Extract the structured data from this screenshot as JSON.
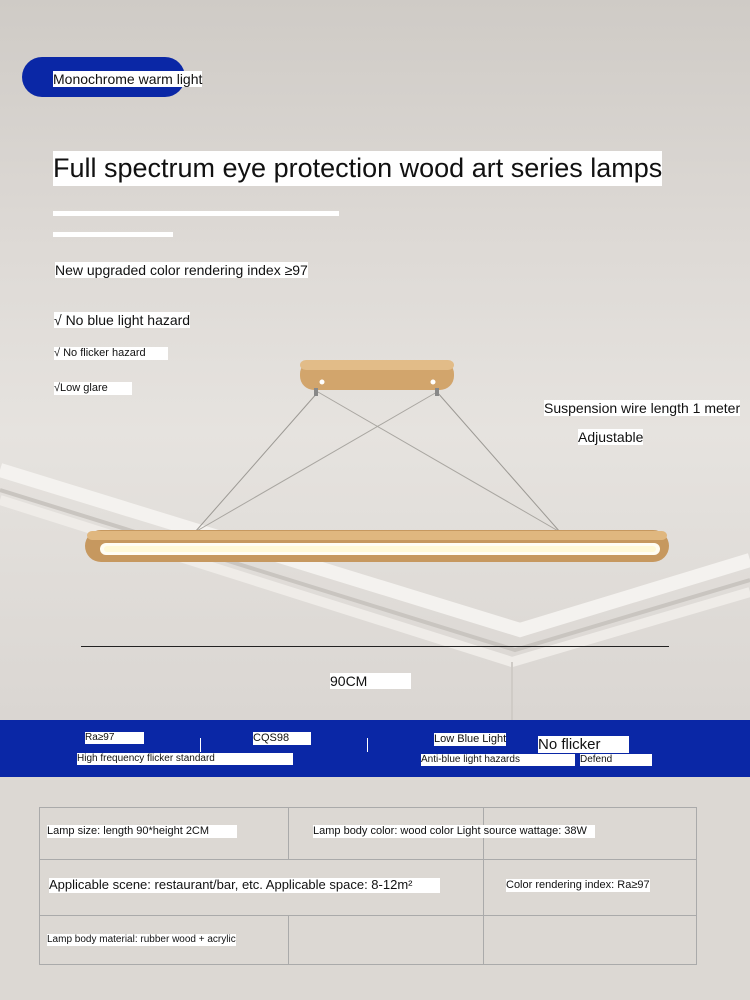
{
  "header": {
    "badge_label": "Monochrome warm light",
    "title": "Full spectrum eye protection wood art series lamps",
    "upgrade_note": "New upgraded color rendering index ≥97",
    "features": [
      "√ No blue light hazard",
      "√ No flicker hazard",
      "√Low glare"
    ]
  },
  "product": {
    "suspension_note": "Suspension wire length 1 meter",
    "adjustable_note": "Adjustable",
    "length_label": "90CM"
  },
  "badges": {
    "ra": "Ra≥97",
    "ra_caption": "High frequency flicker standard",
    "cqs": "CQS98",
    "low_blue": "Low Blue Light",
    "low_blue_caption": "Anti-blue light hazards",
    "no_flicker": "No flicker",
    "no_flicker_caption": "Defend"
  },
  "specs": {
    "lamp_size": "Lamp size: length 90*height 2CM",
    "body_color": "Lamp body color: wood color Light source wattage: 38W",
    "scene": "Applicable scene: restaurant/bar, etc. Applicable space: 8-12m²",
    "cri": "Color rendering index: Ra≥97",
    "material": "Lamp body material: rubber wood + acrylic"
  },
  "colors": {
    "brand_blue": "#0a27a6",
    "wood": "#d2a56c"
  }
}
